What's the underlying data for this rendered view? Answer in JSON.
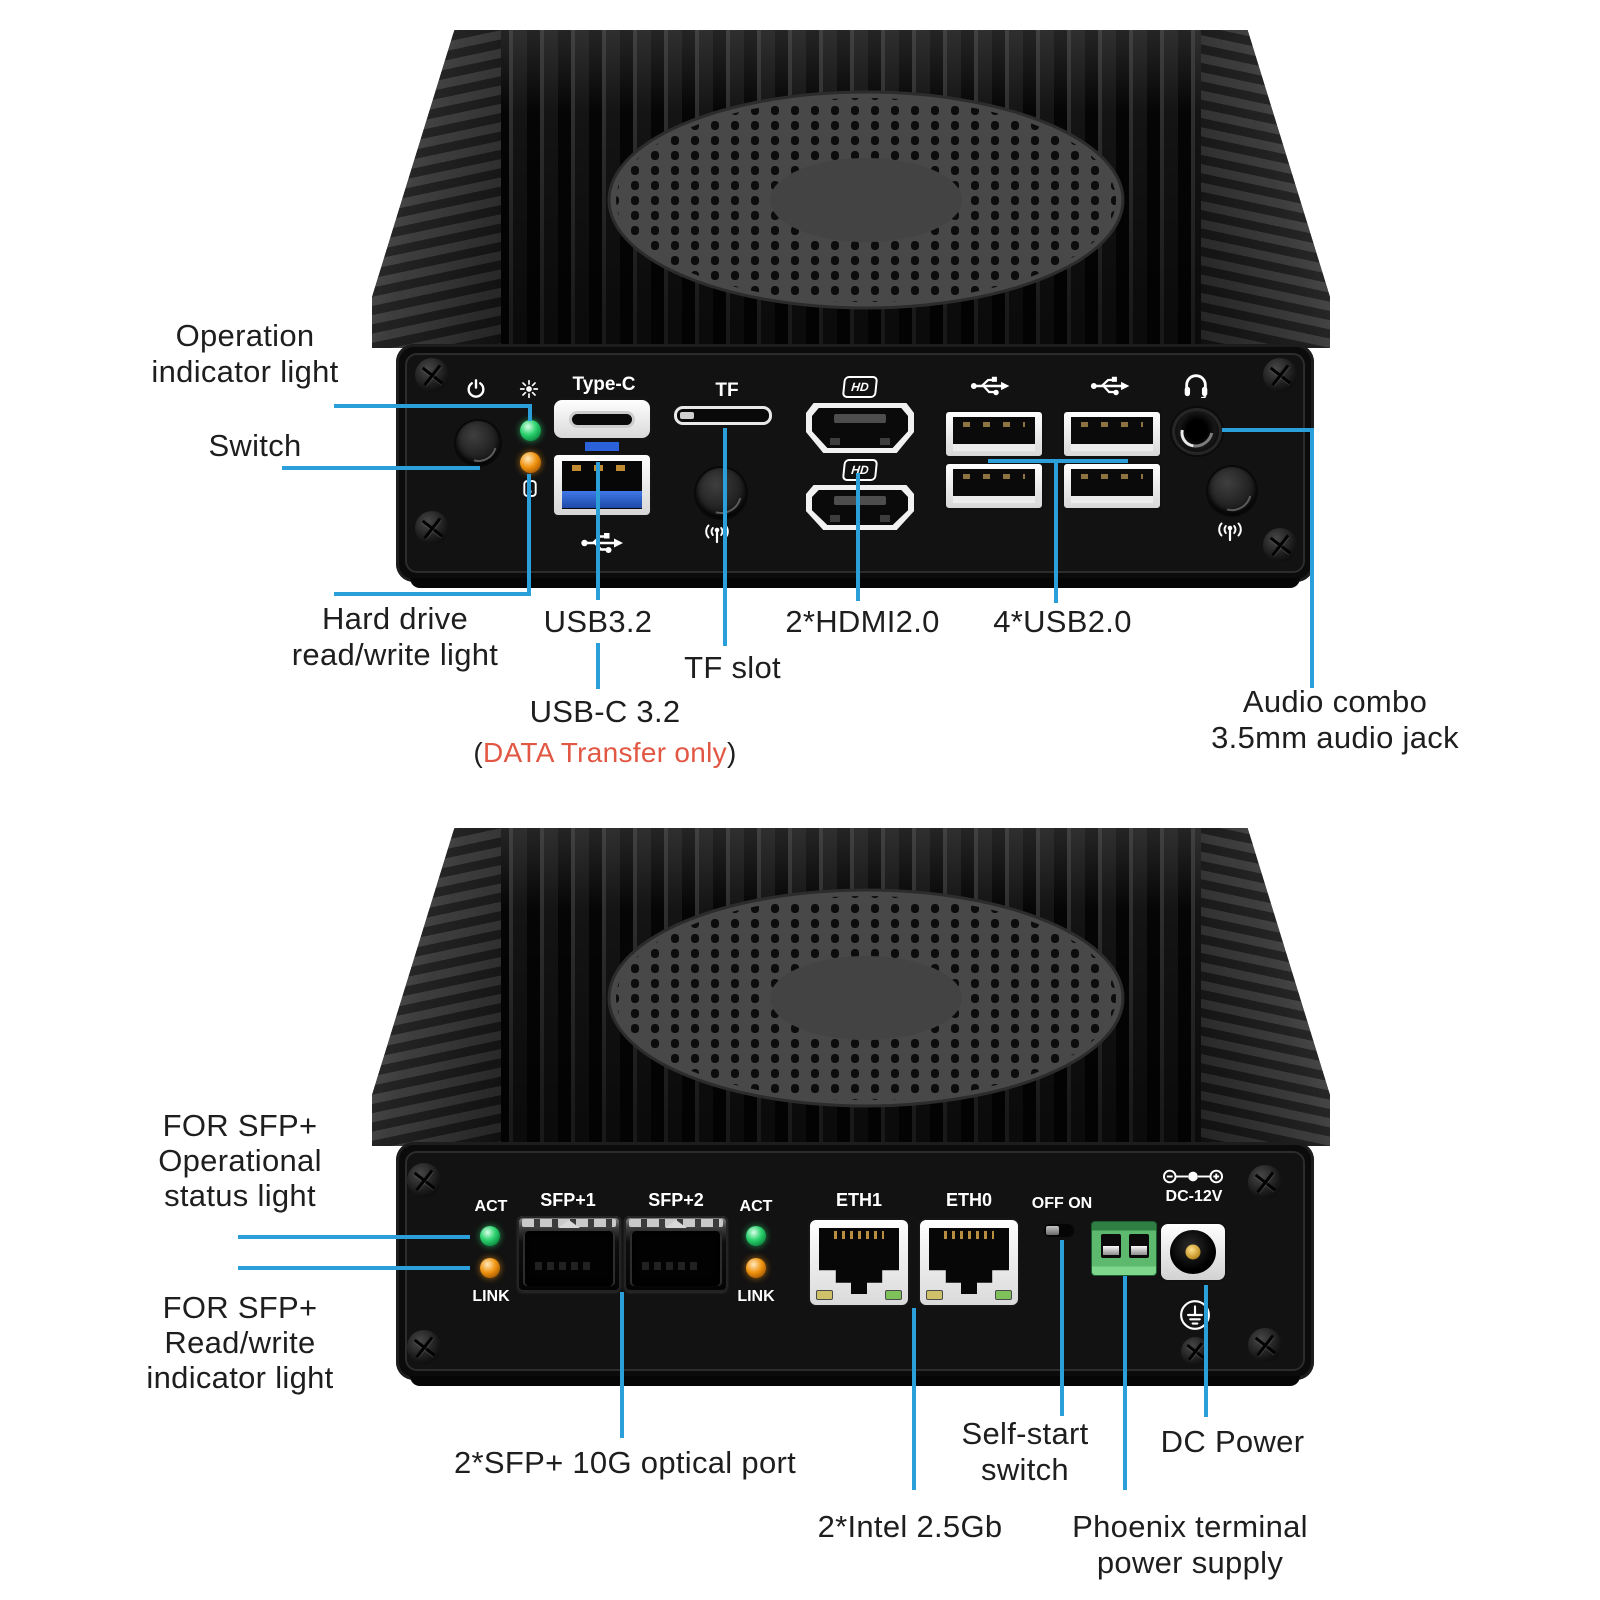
{
  "colors": {
    "leader_line": "#2B9FD9",
    "note_red": "#E25743",
    "led_green": "#2ED36F",
    "led_orange": "#F0930F",
    "phoenix_green": "#5CB96E",
    "usb_blue": "#2B62D9"
  },
  "front_view": {
    "ports": {
      "type_c_label": "Type-C",
      "tf_label": "TF",
      "hd_badge": "HD"
    },
    "callouts": {
      "operation_indicator": {
        "lines": [
          "Operation",
          "indicator light"
        ]
      },
      "switch": {
        "label": "Switch"
      },
      "hard_drive": {
        "lines": [
          "Hard drive",
          "read/write light"
        ]
      },
      "usb32": {
        "label": "USB3.2"
      },
      "tf_slot": {
        "label": "TF slot"
      },
      "usb_c": {
        "label": "USB-C 3.2",
        "note_open": "(",
        "note": "DATA Transfer only",
        "note_close": ")"
      },
      "hdmi": {
        "label": "2*HDMI2.0"
      },
      "usb20": {
        "label": "4*USB2.0"
      },
      "audio": {
        "lines": [
          "Audio combo",
          "3.5mm audio jack"
        ]
      }
    }
  },
  "rear_view": {
    "ports": {
      "act": "ACT",
      "link": "LINK",
      "sfp1": "SFP+1",
      "sfp2": "SFP+2",
      "eth1": "ETH1",
      "eth0": "ETH0",
      "off_on": "OFF ON",
      "dc12v": "DC-12V"
    },
    "callouts": {
      "sfp_status": {
        "lines": [
          "FOR SFP+",
          "Operational",
          "status light"
        ]
      },
      "sfp_rw": {
        "lines": [
          "FOR SFP+",
          "Read/write",
          "indicator light"
        ]
      },
      "sfp_ports": {
        "label": "2*SFP+ 10G optical port"
      },
      "intel": {
        "label": "2*Intel 2.5Gb"
      },
      "self_start": {
        "lines": [
          "Self-start",
          "switch"
        ]
      },
      "dc_power": {
        "label": "DC Power"
      },
      "phoenix": {
        "lines": [
          "Phoenix terminal",
          "power supply"
        ]
      }
    }
  }
}
